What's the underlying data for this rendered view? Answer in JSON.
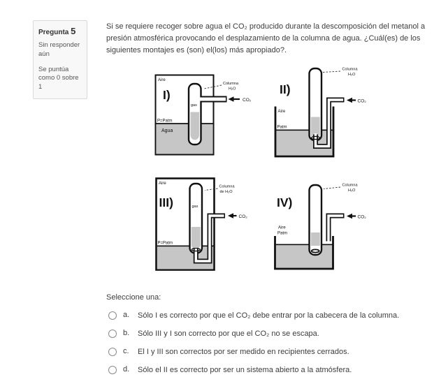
{
  "colors": {
    "water": "#c6c6c6",
    "line": "#111111",
    "radio_border": "#8a8a8a"
  },
  "question_info": {
    "title_label": "Pregunta",
    "title_number": "5",
    "status": "Sin responder aún",
    "grade": "Se puntúa como 0 sobre 1"
  },
  "question": {
    "text": "Si se requiere recoger sobre agua el CO₂ producido durante la descomposición del metanol a presión atmosférica provocando el desplazamiento de la columna de agua. ¿Cuál(es) de los siguientes montajes es (son) el(los) más apropiado?."
  },
  "diagrams": [
    {
      "id": "I",
      "numeral": "I)",
      "labels": {
        "aire": "Aire",
        "gas": "gas",
        "pressure": "P=Patm",
        "agua": "Agua",
        "column_line1": "Columna",
        "column_line2": "H₂O",
        "co2": "CO₂"
      }
    },
    {
      "id": "II",
      "numeral": "II)",
      "labels": {
        "aire": "Aire",
        "pressure": "Patm",
        "column_line1": "Columna",
        "column_line2": "H₂O",
        "co2": "CO₂"
      }
    },
    {
      "id": "III",
      "numeral": "III)",
      "labels": {
        "aire": "Aire",
        "gas": "gas",
        "pressure": "P=Patm",
        "column_line1": "Columna",
        "column_line2": "de H₂O",
        "co2": "CO₂"
      }
    },
    {
      "id": "IV",
      "numeral": "IV)",
      "labels": {
        "aire": "Aire",
        "pressure": "Patm",
        "column_line1": "Columna",
        "column_line2": "H₂O",
        "co2": "CO₂"
      }
    }
  ],
  "answer": {
    "prompt": "Seleccione una:",
    "options": [
      {
        "letter": "a.",
        "text": "Sólo I es correcto por que el CO₂ debe entrar por la cabecera de la columna."
      },
      {
        "letter": "b.",
        "text": "Sólo III y I son correcto por que el CO₂ no se escapa."
      },
      {
        "letter": "c.",
        "text": "El I y III son correctos por ser medido en recipientes cerrados."
      },
      {
        "letter": "d.",
        "text": "Sólo el II es correcto por ser un sistema abierto a la atmósfera."
      }
    ]
  }
}
